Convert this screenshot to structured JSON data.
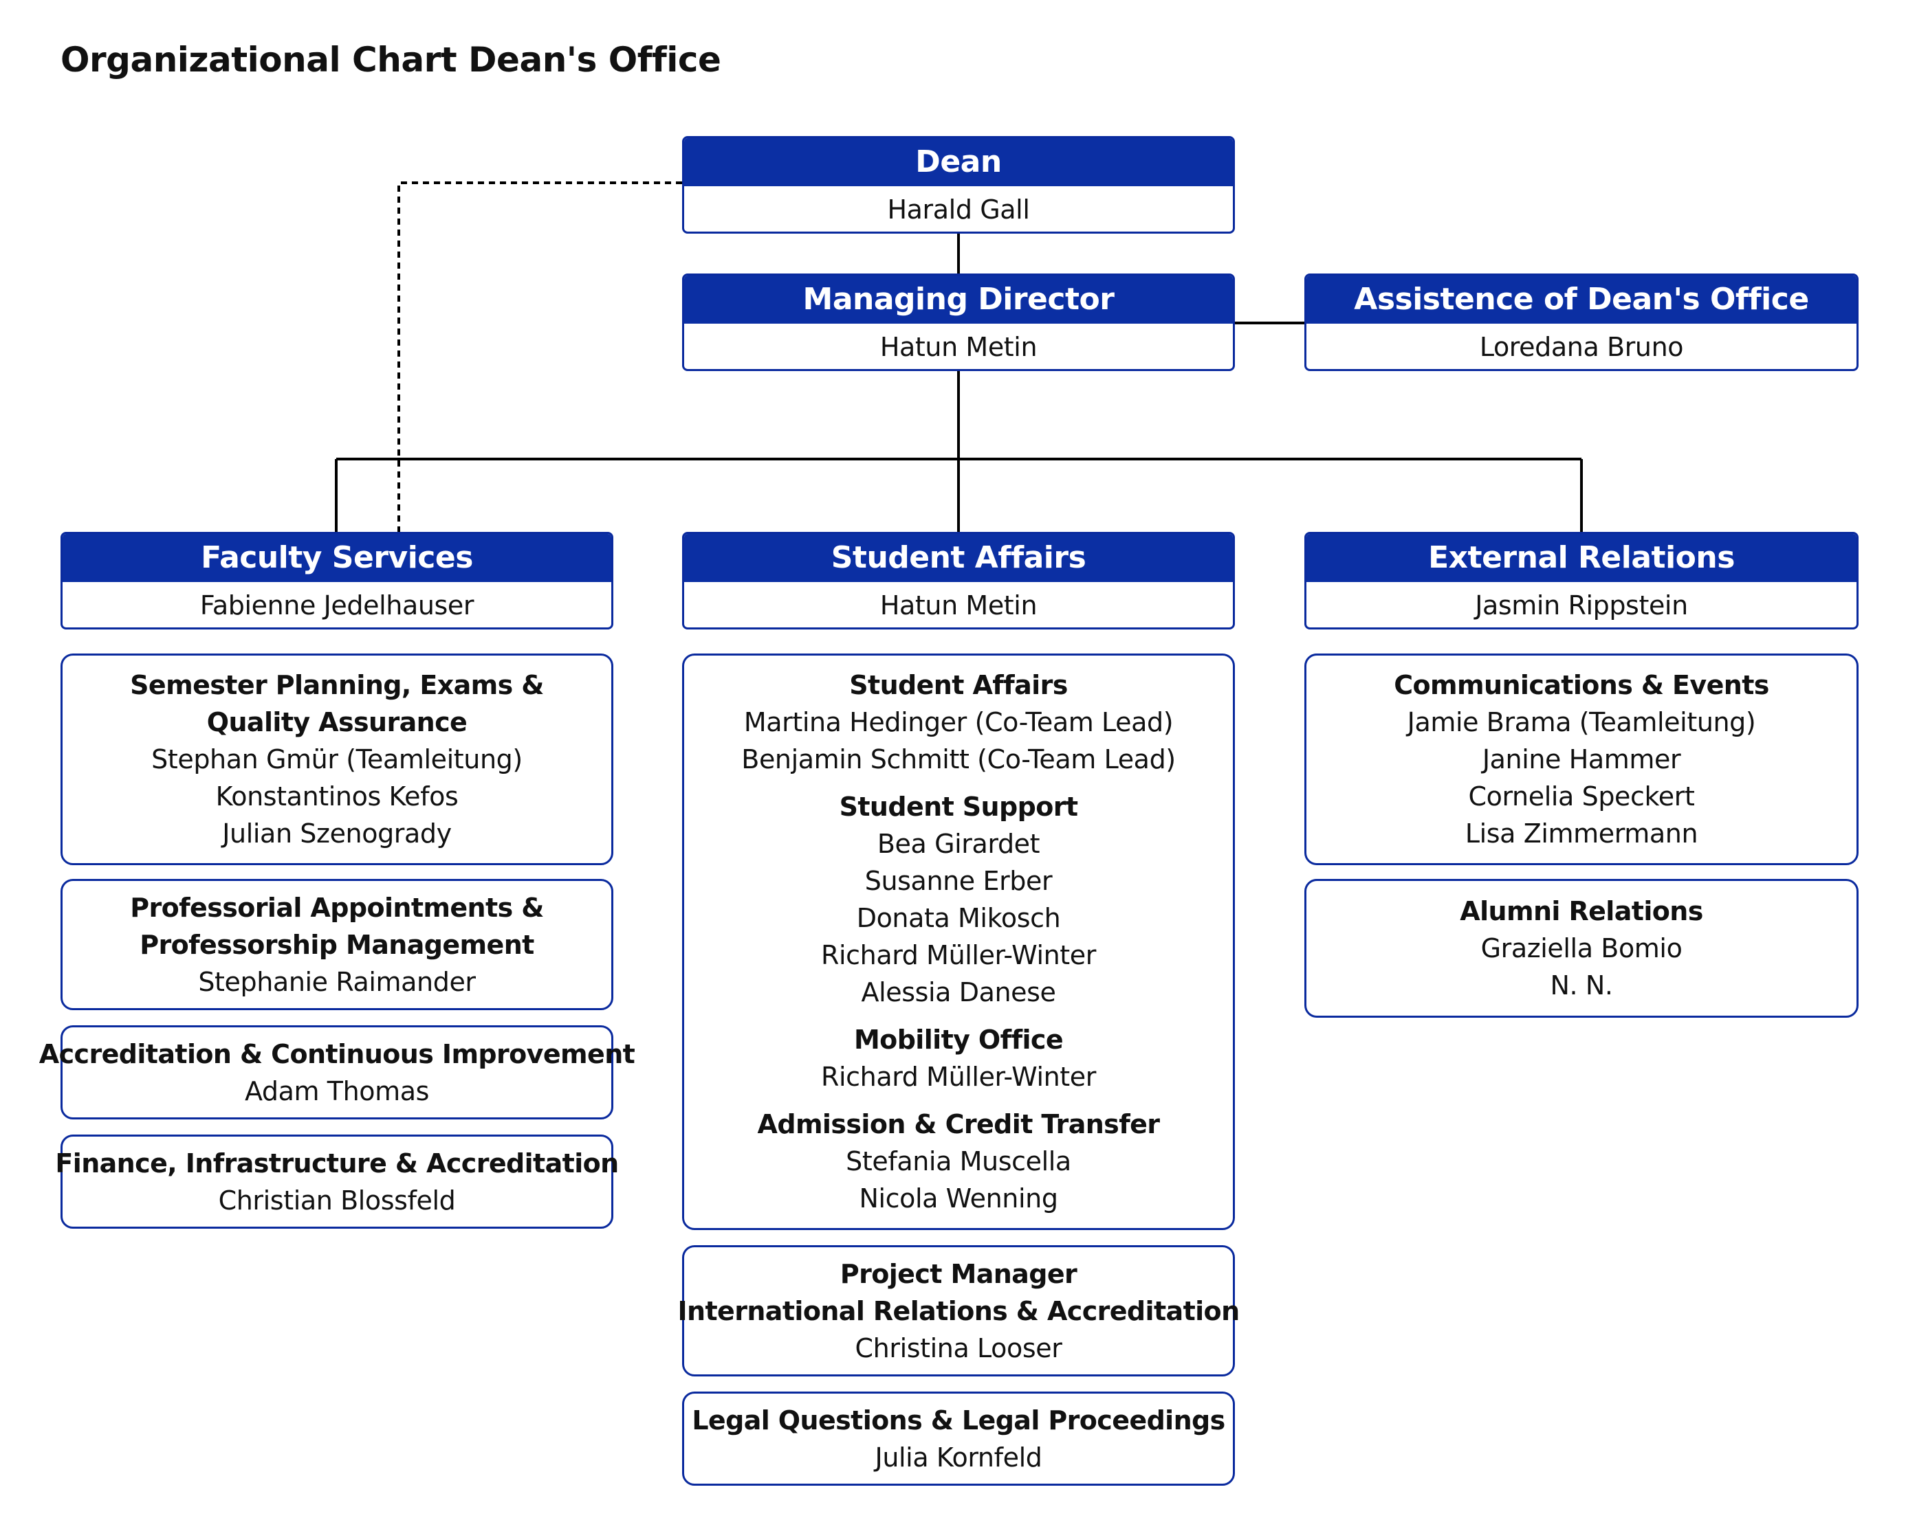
{
  "page_title": "Organizational Chart Dean's Office",
  "colors": {
    "header_fill": "#0b2fa3",
    "border": "#0a2a9e",
    "connector": "#000000"
  },
  "dean": {
    "role": "Dean",
    "name": "Harald Gall"
  },
  "managing_director": {
    "role": "Managing Director",
    "name": "Hatun Metin"
  },
  "assistance": {
    "role": "Assistence of Dean's Office",
    "name": "Loredana Bruno"
  },
  "departments": [
    {
      "role": "Faculty Services",
      "name": "Fabienne Jedelhauser",
      "teams": [
        {
          "groups": [
            {
              "title": [
                "Semester Planning, Exams &",
                "Quality Assurance"
              ],
              "members": [
                "Stephan Gmür (Teamleitung)",
                "Konstantinos Kefos",
                "Julian Szenogrady"
              ]
            }
          ]
        },
        {
          "groups": [
            {
              "title": [
                "Professorial Appointments &",
                "Professorship Management"
              ],
              "members": [
                "Stephanie Raimander"
              ]
            }
          ]
        },
        {
          "groups": [
            {
              "title": [
                "Accreditation & Continuous Improvement"
              ],
              "members": [
                "Adam Thomas"
              ]
            }
          ]
        },
        {
          "groups": [
            {
              "title": [
                "Finance, Infrastructure & Accreditation"
              ],
              "members": [
                "Christian Blossfeld"
              ]
            }
          ]
        }
      ]
    },
    {
      "role": "Student Affairs",
      "name": "Hatun Metin",
      "teams": [
        {
          "groups": [
            {
              "title": [
                "Student Affairs"
              ],
              "members": [
                "Martina Hedinger (Co-Team Lead)",
                "Benjamin Schmitt (Co-Team Lead)"
              ]
            },
            {
              "title": [
                "Student Support"
              ],
              "members": [
                "Bea Girardet",
                "Susanne Erber",
                "Donata Mikosch",
                "Richard Müller-Winter",
                "Alessia Danese"
              ]
            },
            {
              "title": [
                "Mobility Office"
              ],
              "members": [
                "Richard Müller-Winter"
              ]
            },
            {
              "title": [
                "Admission & Credit Transfer"
              ],
              "members": [
                "Stefania Muscella",
                "Nicola Wenning"
              ]
            }
          ]
        },
        {
          "groups": [
            {
              "title": [
                "Project Manager",
                "International Relations & Accreditation"
              ],
              "members": [
                "Christina Looser"
              ]
            }
          ]
        },
        {
          "groups": [
            {
              "title": [
                "Legal Questions & Legal Proceedings"
              ],
              "members": [
                "Julia Kornfeld"
              ]
            }
          ]
        }
      ]
    },
    {
      "role": "External Relations",
      "name": "Jasmin Rippstein",
      "teams": [
        {
          "groups": [
            {
              "title": [
                "Communications & Events"
              ],
              "members": [
                "Jamie Brama (Teamleitung)",
                "Janine Hammer",
                "Cornelia Speckert",
                "Lisa Zimmermann"
              ]
            }
          ]
        },
        {
          "groups": [
            {
              "title": [
                "Alumni Relations"
              ],
              "members": [
                "Graziella Bomio",
                "N. N."
              ]
            }
          ]
        }
      ]
    }
  ]
}
